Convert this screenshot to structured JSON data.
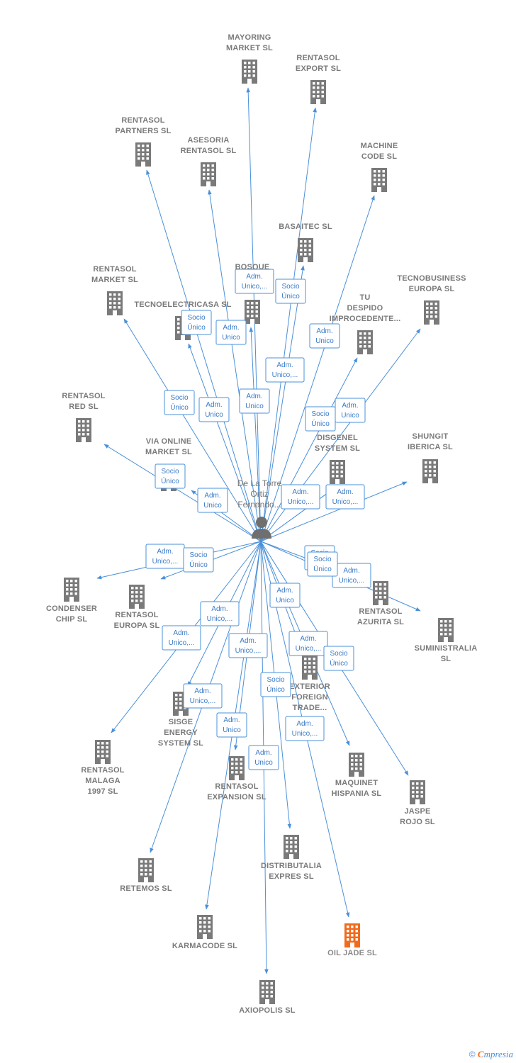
{
  "person": {
    "name_lines": [
      "De La Torre",
      "Ortiz",
      "Fernando..."
    ]
  },
  "colors": {
    "edge": "#4a90d9",
    "building": "#7a7a7a",
    "highlight": "#f26b1d",
    "label_text": "#3a7bc8"
  },
  "companies": [
    {
      "id": "mayoring",
      "lines": [
        "MAYORING",
        "MARKET  SL"
      ]
    },
    {
      "id": "rentasol-export",
      "lines": [
        "RENTASOL",
        "EXPORT  SL"
      ]
    },
    {
      "id": "rentasol-partners",
      "lines": [
        "RENTASOL",
        "PARTNERS  SL"
      ]
    },
    {
      "id": "asesoria",
      "lines": [
        "ASESORIA",
        "RENTASOL SL"
      ]
    },
    {
      "id": "machine-code",
      "lines": [
        "MACHINE",
        "CODE SL"
      ]
    },
    {
      "id": "basaitec",
      "lines": [
        "BASAITEC  SL"
      ]
    },
    {
      "id": "bosque",
      "lines": [
        "BOSQUE",
        "BO..."
      ]
    },
    {
      "id": "rentasol-market",
      "lines": [
        "RENTASOL",
        "MARKET  SL"
      ]
    },
    {
      "id": "tecnoelectricasa",
      "lines": [
        "TECNOELECTRICASA SL"
      ]
    },
    {
      "id": "tecnobusiness",
      "lines": [
        "TECNOBUSINESS",
        "EUROPA SL"
      ]
    },
    {
      "id": "tu-despido",
      "lines": [
        "TU",
        "DESPIDO",
        "IMPROCEDENTE..."
      ]
    },
    {
      "id": "rentasol-red",
      "lines": [
        "RENTASOL",
        "RED  SL"
      ]
    },
    {
      "id": "via-online",
      "lines": [
        "VIA ONLINE",
        "MARKET SL"
      ]
    },
    {
      "id": "disgenel",
      "lines": [
        "DISGENEL",
        "SYSTEM  SL"
      ]
    },
    {
      "id": "shungit",
      "lines": [
        "SHUNGIT",
        "IBERICA  SL"
      ]
    },
    {
      "id": "condenser",
      "lines": [
        "CONDENSER",
        "CHIP SL"
      ]
    },
    {
      "id": "rentasol-europa",
      "lines": [
        "RENTASOL",
        "EUROPA  SL"
      ]
    },
    {
      "id": "rentasol-azurita",
      "lines": [
        "RENTASOL",
        "AZURITA  SL"
      ]
    },
    {
      "id": "suministralia",
      "lines": [
        "SUMINISTRALIA",
        "SL"
      ]
    },
    {
      "id": "exterior-foreign",
      "lines": [
        "EXTERIOR",
        "FOREIGN",
        "TRADE..."
      ]
    },
    {
      "id": "sisge",
      "lines": [
        "SISGE",
        "ENERGY",
        "SYSTEM  SL"
      ]
    },
    {
      "id": "rentasol-malaga",
      "lines": [
        "RENTASOL",
        "MALAGA",
        "1997  SL"
      ]
    },
    {
      "id": "maquinet",
      "lines": [
        "MAQUINET",
        "HISPANIA  SL"
      ]
    },
    {
      "id": "rentasol-expansion",
      "lines": [
        "RENTASOL",
        "EXPANSION  SL"
      ]
    },
    {
      "id": "jaspe",
      "lines": [
        "JASPE",
        "ROJO  SL"
      ]
    },
    {
      "id": "distributalia",
      "lines": [
        "DISTRIBUTALIA",
        "EXPRES  SL"
      ]
    },
    {
      "id": "retemos",
      "lines": [
        "RETEMOS  SL"
      ]
    },
    {
      "id": "karmacode",
      "lines": [
        "KARMACODE SL"
      ]
    },
    {
      "id": "oil-jade",
      "lines": [
        "OIL JADE  SL"
      ],
      "highlight": true
    },
    {
      "id": "axiopolis",
      "lines": [
        "AXIOPOLIS SL"
      ]
    }
  ],
  "edges": [
    {
      "to": "mayoring",
      "label": [
        "Adm.",
        "Unico,..."
      ]
    },
    {
      "to": "rentasol-export",
      "label": [
        "Socio",
        "Único"
      ]
    },
    {
      "to": "rentasol-partners",
      "label": [
        "Socio",
        "Único"
      ]
    },
    {
      "to": "asesoria",
      "label": [
        "Adm.",
        "Unico"
      ]
    },
    {
      "to": "machine-code",
      "label": [
        "Adm.",
        "Unico"
      ]
    },
    {
      "to": "basaitec",
      "label": [
        "Adm.",
        "Unico,..."
      ]
    },
    {
      "to": "bosque",
      "label": [
        "Adm.",
        "Unico"
      ]
    },
    {
      "to": "rentasol-market",
      "label": [
        "Socio",
        "Único"
      ]
    },
    {
      "to": "tecnoelectricasa",
      "label": [
        "Adm.",
        "Unico"
      ]
    },
    {
      "to": "tecnobusiness",
      "label": [
        "Adm.",
        "Unico"
      ]
    },
    {
      "to": "tu-despido",
      "label": [
        "Socio",
        "Único"
      ]
    },
    {
      "to": "rentasol-red",
      "label": [
        "Socio",
        "Único"
      ]
    },
    {
      "to": "via-online",
      "label": [
        "Adm.",
        "Unico"
      ]
    },
    {
      "to": "disgenel",
      "label": [
        "Adm.",
        "Unico,..."
      ]
    },
    {
      "to": "shungit",
      "label": [
        "Adm.",
        "Unico,..."
      ]
    },
    {
      "to": "condenser",
      "label": [
        "Adm.",
        "Unico,..."
      ]
    },
    {
      "to": "rentasol-europa",
      "label": [
        "Socio",
        "Único"
      ]
    },
    {
      "to": "rentasol-azurita",
      "label": [
        "Socio",
        "Único"
      ]
    },
    {
      "to": "suministralia",
      "label": [
        "Adm.",
        "Unico,..."
      ]
    },
    {
      "to": "exterior-foreign",
      "label": [
        "Adm.",
        "Unico,..."
      ]
    },
    {
      "to": "sisge",
      "label": [
        "Adm.",
        "Unico,..."
      ]
    },
    {
      "to": "rentasol-malaga",
      "label": [
        "Adm.",
        "Unico,..."
      ]
    },
    {
      "to": "maquinet",
      "label": [
        "Socio",
        "Único"
      ]
    },
    {
      "to": "rentasol-expansion",
      "label": [
        "Adm.",
        "Unico"
      ]
    },
    {
      "to": "jaspe",
      "label": [
        "Socio",
        "Único"
      ]
    },
    {
      "to": "distributalia",
      "label": [
        "Socio",
        "Único"
      ]
    },
    {
      "to": "retemos",
      "label": [
        "Adm.",
        "Unico,..."
      ]
    },
    {
      "to": "karmacode",
      "label": [
        "Adm.",
        "Unico,..."
      ]
    },
    {
      "to": "oil-jade",
      "label": [
        "Adm.",
        "Unico,..."
      ]
    },
    {
      "to": "axiopolis",
      "label": [
        "Adm.",
        "Unico"
      ]
    },
    {
      "to": "disgenel",
      "label": [
        "Adm.",
        "Unico"
      ]
    }
  ],
  "footer": {
    "copyright": "©",
    "brand_first": "C",
    "brand_rest": "mpresia"
  }
}
